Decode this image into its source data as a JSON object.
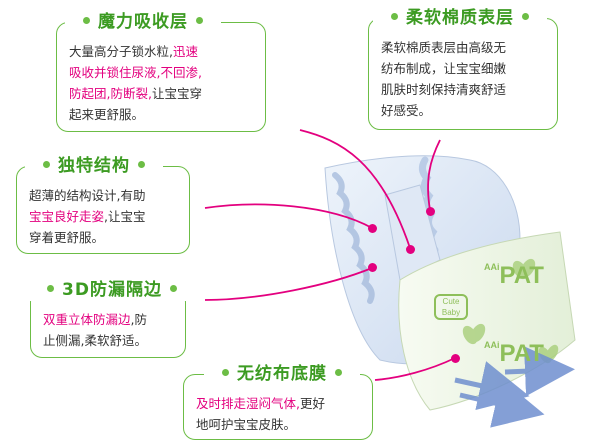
{
  "features": [
    {
      "title": "魔力吸收层",
      "lines": [
        [
          {
            "t": "大量高分子锁水粒,"
          },
          {
            "t": "迅速",
            "hl": true
          }
        ],
        [
          {
            "t": "吸收并锁住尿液,不回渗,",
            "hl": true
          }
        ],
        [
          {
            "t": "防起团,防断裂,",
            "hl": true
          },
          {
            "t": "让宝宝穿"
          }
        ],
        [
          {
            "t": "起来更舒服。"
          }
        ]
      ]
    },
    {
      "title": "柔软棉质表层",
      "lines": [
        [
          {
            "t": "柔软棉质表层由高级无"
          }
        ],
        [
          {
            "t": "纺布制成，让宝宝细嫩"
          }
        ],
        [
          {
            "t": "肌肤时刻保持清爽舒适"
          }
        ],
        [
          {
            "t": "好感受。"
          }
        ]
      ]
    },
    {
      "title": "独特结构",
      "lines": [
        [
          {
            "t": "超薄的结构设计,有助"
          }
        ],
        [
          {
            "t": "宝宝良好走姿",
            "hl": true
          },
          {
            "t": ",让宝宝"
          }
        ],
        [
          {
            "t": "穿着更舒服。"
          }
        ]
      ]
    },
    {
      "title": "3D防漏隔边",
      "lines": [
        [
          {
            "t": "双重立体防漏边",
            "hl": true
          },
          {
            "t": ",防"
          }
        ],
        [
          {
            "t": "止侧漏,柔软舒适。"
          }
        ]
      ]
    },
    {
      "title": "无纺布底膜",
      "lines": [
        [
          {
            "t": "及时排走湿闷气体,",
            "hl": true
          },
          {
            "t": "更好"
          }
        ],
        [
          {
            "t": "地呵护宝宝皮肤。"
          }
        ]
      ]
    }
  ],
  "brand": {
    "logo_text": "PAT",
    "logo_prefix": "AAi",
    "badge_top": "Cute",
    "badge_bottom": "Baby"
  },
  "colors": {
    "green": "#6cbd45",
    "pink": "#e3007f",
    "arrow": "#6f8fcf"
  }
}
